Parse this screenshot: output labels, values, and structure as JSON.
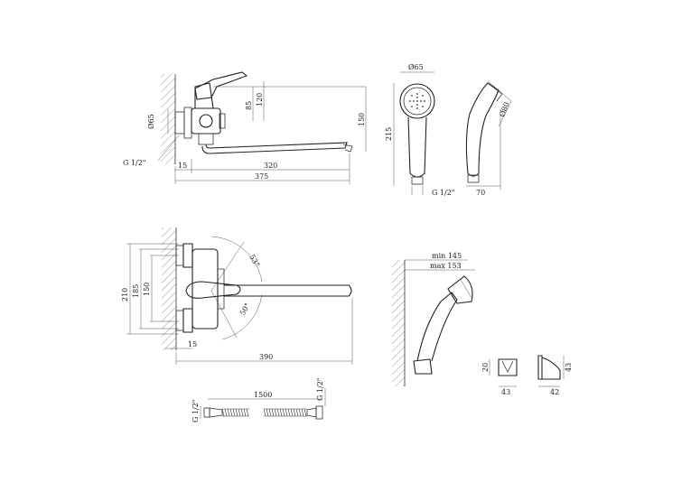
{
  "colors": {
    "line": "#333333",
    "background": "#ffffff"
  },
  "views": {
    "faucet_side": {
      "dia_body": "Ø65",
      "thread": "G 1/2\"",
      "dim_85": "85",
      "dim_120": "120",
      "dim_150": "150",
      "dim_15": "15",
      "dim_320": "320",
      "dim_375": "375"
    },
    "shower_head_front": {
      "dia": "Ø65",
      "height": "215",
      "thread": "G 1/2\""
    },
    "shower_head_side": {
      "dia": "Ø80",
      "depth": "70"
    },
    "faucet_top": {
      "dim_210": "210",
      "dim_185": "185",
      "dim_150": "150",
      "angle_up": "53°",
      "angle_down": "50°",
      "dim_15": "15",
      "dim_390": "390"
    },
    "shower_holder": {
      "min": "min 145",
      "max": "max 153"
    },
    "hose": {
      "thread_left": "G 1/2\"",
      "length": "1500",
      "thread_right": "G 1/2\""
    },
    "wall_bracket": {
      "height": "20",
      "width": "43",
      "side_height": "43",
      "side_width": "42"
    }
  }
}
